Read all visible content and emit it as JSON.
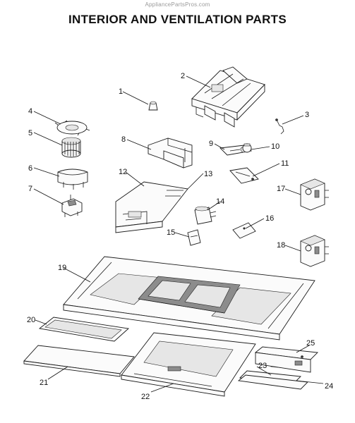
{
  "header": {
    "watermark": "AppliancePartsPros.com",
    "title": "INTERIOR AND VENTILATION PARTS"
  },
  "callouts": [
    "1",
    "2",
    "3",
    "4",
    "5",
    "6",
    "7",
    "8",
    "9",
    "10",
    "11",
    "12",
    "13",
    "14",
    "15",
    "16",
    "17",
    "18",
    "19",
    "20",
    "21",
    "22",
    "23",
    "24",
    "25"
  ]
}
